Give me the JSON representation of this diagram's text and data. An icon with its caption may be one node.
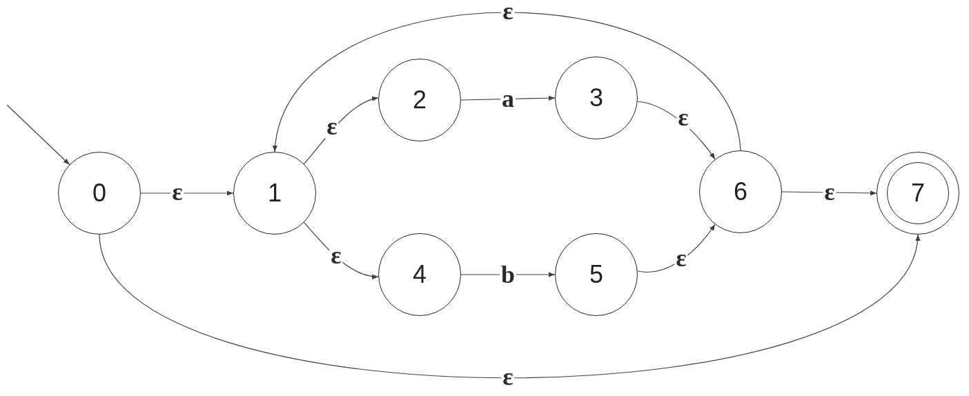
{
  "diagram": {
    "nodes": [
      {
        "text": [
          "0"
        ]
      },
      {
        "text": [
          "1"
        ]
      },
      {
        "text": [
          "2"
        ]
      },
      {
        "text": [
          "3"
        ]
      },
      {
        "text": [
          "4"
        ]
      },
      {
        "text": [
          "5"
        ]
      },
      {
        "text": [
          "6"
        ]
      },
      {
        "text": [
          "7"
        ]
      }
    ],
    "edges": [
      {
        "from": null,
        "to": 0,
        "arrow": "to"
      },
      {
        "from": 0,
        "to": 1,
        "arrow": "to",
        "label": "ε"
      },
      {
        "from": 1,
        "to": 2,
        "arrow": "to",
        "label": "ε"
      },
      {
        "from": 2,
        "to": 3,
        "arrow": "to",
        "label": "a"
      },
      {
        "from": 3,
        "to": 6,
        "arrow": "to",
        "label": "ε"
      },
      {
        "from": 1,
        "to": 4,
        "arrow": "to",
        "label": "ε"
      },
      {
        "from": 4,
        "to": 5,
        "arrow": "to",
        "label": "b"
      },
      {
        "from": 5,
        "to": 6,
        "arrow": "to",
        "label": "ε"
      },
      {
        "from": 6,
        "to": 7,
        "arrow": "to",
        "label": "ε"
      },
      {
        "from": 6,
        "to": 1,
        "arrow": "to",
        "label": "ε"
      },
      {
        "from": 0,
        "to": 7,
        "arrow": "to",
        "label": "ε"
      }
    ]
  }
}
